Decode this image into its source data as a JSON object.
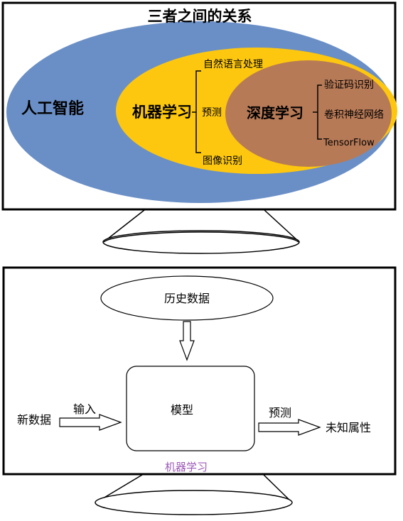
{
  "panel1": {
    "title": "三者之间的关系",
    "outer_label": "人工智能",
    "middle_label": "机器学习",
    "middle_items": [
      "自然语言处理",
      "预测",
      "图像识别"
    ],
    "inner_label": "深度学习",
    "inner_items": [
      "验证码识别",
      "卷积神经网络",
      "TensorFlow"
    ]
  },
  "panel2": {
    "history": "历史数据",
    "model": "模型",
    "input_label": "输入",
    "new_data": "新数据",
    "predict_label": "预测",
    "unknown": "未知属性",
    "caption": "机器学习"
  },
  "colors": {
    "outer": "#6a8fc6",
    "middle": "#fdc70f",
    "inner": "#b77a57",
    "caption": "#9b59b6"
  }
}
